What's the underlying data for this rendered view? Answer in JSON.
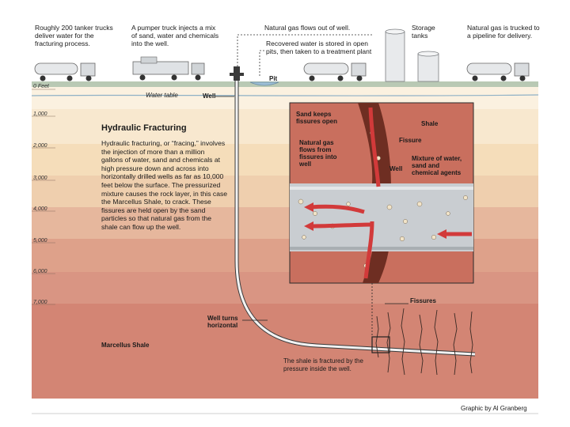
{
  "top_captions": {
    "tankers": "Roughly 200 tanker trucks deliver water for the fracturing process.",
    "pumper": "A pumper truck injects a mix of sand, water and chemicals into the well.",
    "gas_flows": "Natural gas flows out of well.",
    "storage": "Storage tanks",
    "trucked": "Natural gas is trucked to a pipeline for delivery.",
    "recovered": "Recovered water is stored in open pits, then taken to a treatment plant"
  },
  "surface_labels": {
    "pit": "Pit",
    "well": "Well",
    "water_table": "Water table"
  },
  "depth_labels": [
    "0 Feet",
    "1,000",
    "2,000",
    "3,000",
    "4,000",
    "5,000",
    "6,000",
    "7,000"
  ],
  "explanation": {
    "title": "Hydraulic Fracturing",
    "body": "Hydraulic fracturing, or “fracing,” involves the injection of more than a million gallons of water, sand and chemicals at high pressure down and across into horizontally drilled wells as far as 10,000 feet below the surface. The pressurized mixture causes the rock layer, in this case the Marcellus Shale, to crack. These fissures are held open by the sand particles so that natural gas from the shale can flow up the well."
  },
  "inset_labels": {
    "sand_keeps": "Sand keeps fissures open",
    "shale": "Shale",
    "fissure": "Fissure",
    "gas_from": "Natural gas flows from fissures into well",
    "well": "Well",
    "mixture": "Mixture of water, sand and chemical agents"
  },
  "lower_labels": {
    "fissures": "Fissures",
    "well_turns": "Well turns horizontal",
    "marcellus": "Marcellus Shale",
    "shale_fractured": "The shale is fractured by the pressure inside the well."
  },
  "credit": "Graphic by Al Granberg",
  "colors": {
    "layer_1": "#f8e8cf",
    "layer_2": "#f5ddba",
    "layer_3": "#ecc6a6",
    "layer_4": "#e0a891",
    "layer_5": "#d69481",
    "layer_6": "#d07f6f",
    "arrow_red": "#d23a3a",
    "well_pipe": "#c9cdd1"
  }
}
